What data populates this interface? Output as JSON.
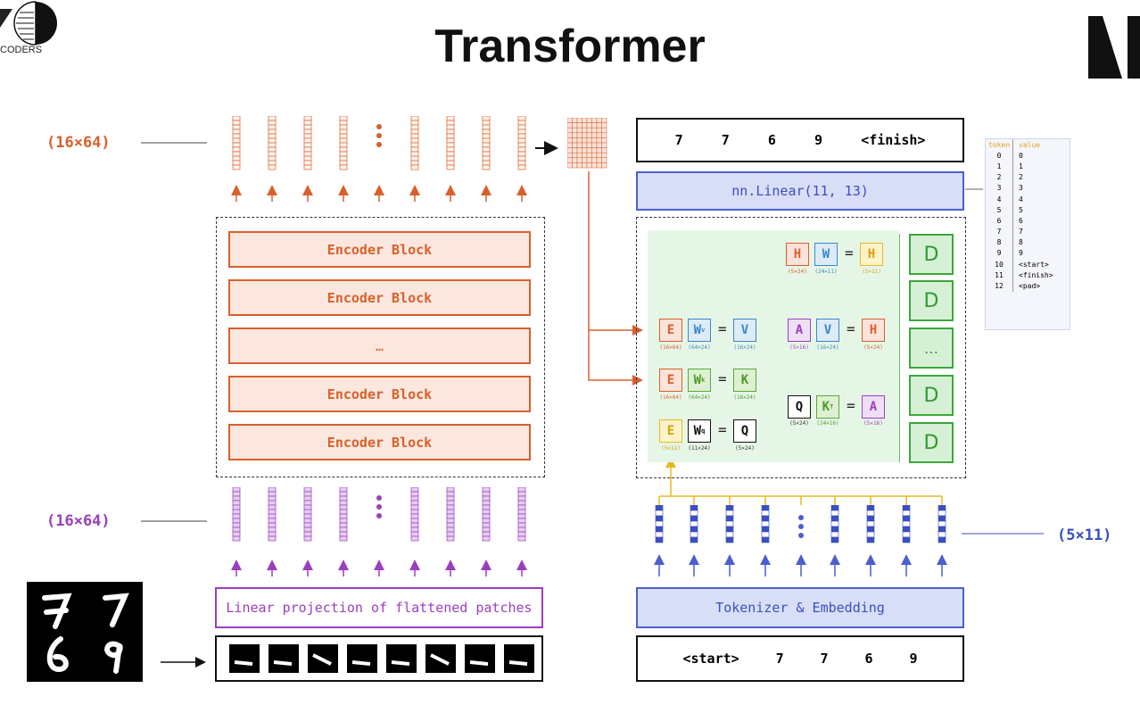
{
  "title": "Transformer",
  "logo_text": "CODERS",
  "dims": {
    "encoder_out": "(16×64)",
    "encoder_in": "(16×64)",
    "decoder_in": "(5×11)"
  },
  "encoder": {
    "blocks": [
      "Encoder Block",
      "Encoder Block",
      "…",
      "Encoder Block",
      "Encoder Block"
    ],
    "linear_projection": "Linear projection of flattened patches"
  },
  "decoder": {
    "output_tokens": [
      "7",
      "7",
      "6",
      "9",
      "<finish>"
    ],
    "nn_linear": "nn.Linear(11, 13)",
    "tokenizer": "Tokenizer & Embedding",
    "input_tokens": [
      "<start>",
      "7",
      "7",
      "6",
      "9"
    ],
    "d_blocks": [
      "D",
      "D",
      "…",
      "D",
      "D"
    ]
  },
  "attention": {
    "row1": {
      "a": "H",
      "a_dim": "(5×24)",
      "b": "W",
      "b_dim": "(24×11)",
      "c": "H",
      "c_dim": "(5×11)"
    },
    "row2": {
      "a": "E",
      "a_dim": "(16×64)",
      "b": "W",
      "b_sub": "v",
      "b_dim": "(64×24)",
      "c": "V",
      "c_dim": "(16×24)",
      "d": "A",
      "d_dim": "(5×16)",
      "e": "V",
      "e_dim": "(16×24)",
      "f": "H",
      "f_dim": "(5×24)"
    },
    "row3": {
      "a": "E",
      "a_dim": "(16×64)",
      "b": "W",
      "b_sub": "k",
      "b_dim": "(64×24)",
      "c": "K",
      "c_dim": "(16×24)",
      "d": "Q",
      "d_dim": "(5×24)",
      "e": "K",
      "e_sup": "T",
      "e_dim": "(24×16)",
      "f": "A",
      "f_dim": "(5×16)"
    },
    "row4": {
      "a": "E",
      "a_dim": "(5×11)",
      "b": "W",
      "b_sub": "q",
      "b_dim": "(11×24)",
      "c": "Q",
      "c_dim": "(5×24)"
    }
  },
  "vocab": {
    "headers": [
      "token",
      "value"
    ],
    "rows": [
      [
        "0",
        "0"
      ],
      [
        "1",
        "1"
      ],
      [
        "2",
        "2"
      ],
      [
        "3",
        "3"
      ],
      [
        "4",
        "4"
      ],
      [
        "5",
        "5"
      ],
      [
        "6",
        "6"
      ],
      [
        "7",
        "7"
      ],
      [
        "8",
        "8"
      ],
      [
        "9",
        "9"
      ],
      [
        "10",
        "<start>"
      ],
      [
        "11",
        "<finish>"
      ],
      [
        "12",
        "<pad>"
      ]
    ]
  },
  "colors": {
    "encoder": "#d8602c",
    "patch": "#9b3fbe",
    "decoder": "#4b5fd1",
    "green": "#3aa83a",
    "yellow": "#e8b820"
  }
}
